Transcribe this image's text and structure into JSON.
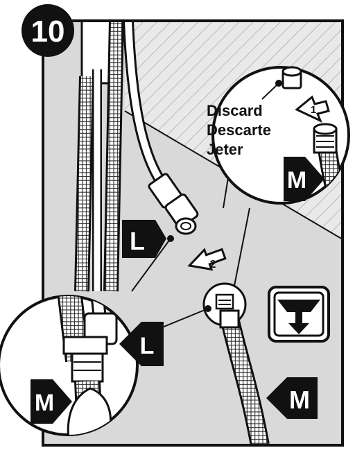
{
  "step": {
    "number": "10"
  },
  "callout": {
    "discard_lines": [
      "Discard",
      "Descarte",
      "Jeter"
    ]
  },
  "labels": {
    "hose_l": "L",
    "hose_m": "M"
  },
  "arrows": {
    "first": "1",
    "second": "2"
  },
  "icons": {
    "under_sink": "under-sink-icon"
  },
  "colors": {
    "panel": "#d9d9d9",
    "ink": "#111111",
    "hatch": "#bfbfbf",
    "white": "#ffffff"
  }
}
